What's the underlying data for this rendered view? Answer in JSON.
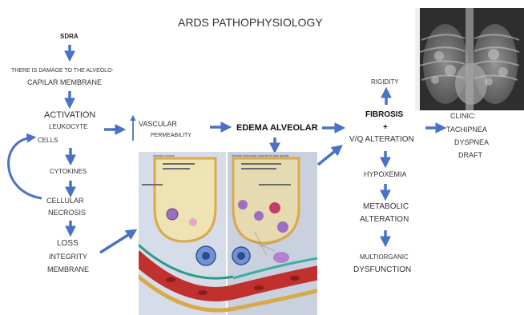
{
  "title": "ARDS PATHOPHYSIOLOGY",
  "left_chain": {
    "sdra": "SDRA",
    "damage_line1": "THERE IS DAMAGE TO THE ALVEOLO-",
    "damage_line2": "CAPILAR MEMBRANE",
    "activation": "ACTIVATION",
    "leukocyte": "LEUKOCYTE",
    "cells": "CELLS",
    "cytokines": "CYTOKINES",
    "cellular": "CELLULAR",
    "necrosis": "NECROSIS",
    "loss": "LOSS",
    "integrity": "INTEGRITY",
    "membrane": "MEMBRANE"
  },
  "middle": {
    "vascular": "VASCULAR",
    "permeability": "PERMEABILITY",
    "edema": "EDEMA ALVEOLAR"
  },
  "right_chain": {
    "rigidity": "RIGIDITY",
    "fibrosis": "FIBROSIS",
    "plus": "+",
    "vq": "V/Q ALTERATION",
    "hypoxemia": "HYPOXEMIA",
    "metabolic": "METABOLIC",
    "alteration": "ALTERATION",
    "multiorganic": "MULTIORGANIC",
    "dysfunction": "DYSFUNCTION"
  },
  "clinic": {
    "label": "CLINIC:",
    "items": [
      "TACHIPNEA",
      "DYSPNEA",
      "DRAFT"
    ]
  },
  "illustration": {
    "left_heading": "Alvéolo normal",
    "right_heading": "Alvéolo lesionado durante la fase aguda"
  },
  "colors": {
    "arrow": "#4a72c4",
    "cell_purple": "#9b6fc1",
    "vessel_red": "#c0302c",
    "alveolus_yellow": "#efe3b4"
  }
}
